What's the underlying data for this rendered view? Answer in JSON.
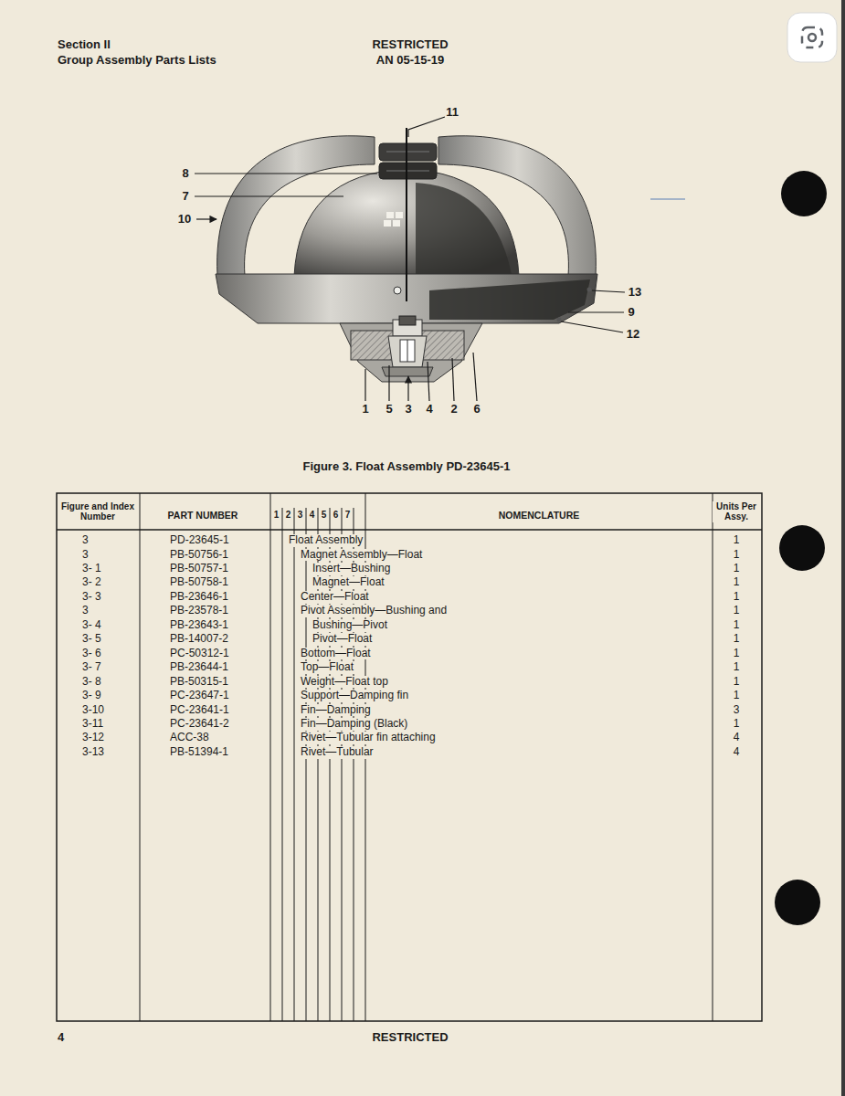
{
  "diagram": {
    "caption": "Figure 3. Float Assembly PD-23645-1",
    "labels": [
      "Section II",
      "Group Assembly Parts Lists",
      "RESTRICTED",
      "AN 05-15-19",
      "11",
      "8",
      "7",
      "10",
      "13",
      "9",
      "12",
      "1",
      "5",
      "3",
      "4",
      "2",
      "6",
      "Figure and Index Number",
      "PART NUMBER",
      "1",
      "2",
      "3",
      "4",
      "5",
      "6",
      "7",
      "NOMENCLATURE",
      "Units Per Assy.",
      "3",
      "PD-23645-1",
      "Float Assembly",
      "1",
      "3",
      "PB-50756-1",
      "Magnet Assembly—Float",
      "1",
      "3- 1",
      "PB-50757-1",
      "Insert—Bushing",
      "1",
      "3- 2",
      "PB-50758-1",
      "Magnet—Float",
      "1",
      "3- 3",
      "PB-23646-1",
      "Center—Float",
      "1",
      "3",
      "PB-23578-1",
      "Pivot Assembly—Bushing and",
      "1",
      "3- 4",
      "PB-23643-1",
      "Bushing—Pivot",
      "1",
      "3- 5",
      "PB-14007-2",
      "Pivot—Float",
      "1",
      "3- 6",
      "PC-50312-1",
      "Bottom—Float",
      "1",
      "3- 7",
      "PB-23644-1",
      "Top—Float",
      "1",
      "3- 8",
      "PB-50315-1",
      "Weight—Float top",
      "1",
      "3- 9",
      "PC-23647-1",
      "Support—Damping fin",
      "1",
      "3-10",
      "PC-23641-1",
      "Fin—Damping",
      "3",
      "3-11",
      "PC-23641-2",
      "Fin—Damping (Black)",
      "1",
      "3-12",
      "ACC-38",
      "Rivet—Tubular fin attaching",
      "4",
      "3-13",
      "PB-51394-1",
      "Rivet—Tubular",
      "4",
      "4",
      "RESTRICTED"
    ]
  }
}
